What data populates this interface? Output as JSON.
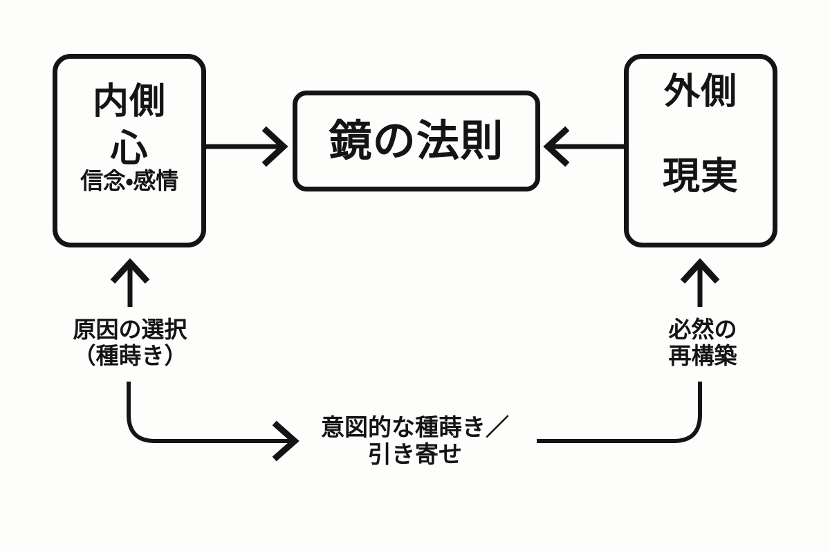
{
  "diagram": {
    "title": "鏡の法則",
    "type": "flow-diagram",
    "background_color": "#fdfdfc",
    "stroke_color": "#141414",
    "nodes": [
      {
        "id": "inner",
        "role": "source",
        "heading": "内側",
        "keyword": "心",
        "subtitle": "信念・感情"
      },
      {
        "id": "mirror",
        "role": "center",
        "heading": "鏡の法則"
      },
      {
        "id": "outer",
        "role": "source",
        "heading": "外側",
        "keyword": "現実"
      }
    ],
    "edges": [
      {
        "id": "inner-to-mirror",
        "from": "inner",
        "to": "mirror",
        "direction": "right",
        "label": ""
      },
      {
        "id": "outer-to-mirror",
        "from": "outer",
        "to": "mirror",
        "direction": "left",
        "label": ""
      },
      {
        "id": "up-to-inner",
        "from": "bottom-loop",
        "to": "inner",
        "direction": "up",
        "label_line1": "原因の選択",
        "label_line2": "（種蒔き）"
      },
      {
        "id": "up-to-outer",
        "from": "bottom-loop",
        "to": "outer",
        "direction": "up",
        "label_line1": "必然の",
        "label_line2": "再構築"
      },
      {
        "id": "bottom-loop",
        "from": "outer",
        "to": "inner",
        "direction": "left-to-right-arrowhead",
        "label_line1": "意図的な種蒔き／",
        "label_line2": "引き寄せ"
      }
    ]
  }
}
